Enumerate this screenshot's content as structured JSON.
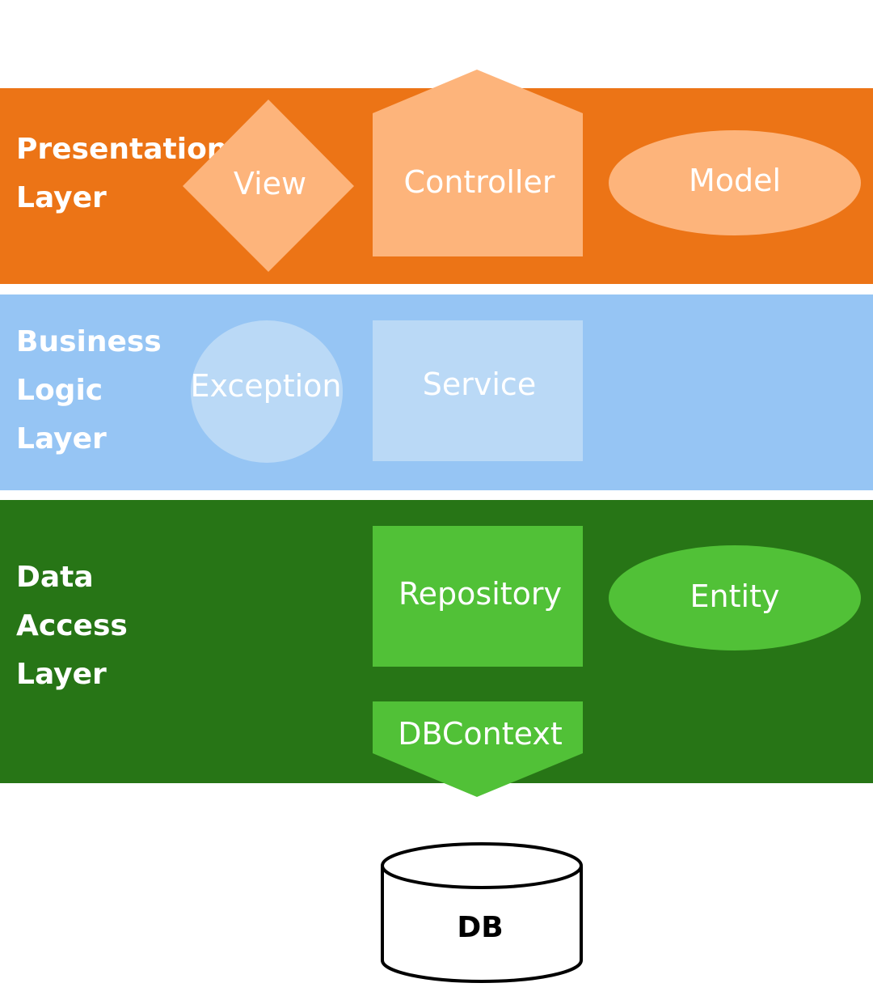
{
  "colors": {
    "presentation_band": "#EC7416",
    "presentation_shape": "#FDB47B",
    "business_band": "#96C5F4",
    "business_shape": "#BAD9F6",
    "data_band": "#277516",
    "data_shape": "#51C137",
    "db_stroke": "#000000",
    "db_fill": "#ffffff"
  },
  "layers": {
    "presentation": {
      "label_line1": "Presentation",
      "label_line2": "Layer"
    },
    "business": {
      "label_line1": "Business",
      "label_line2": "Logic",
      "label_line3": "Layer"
    },
    "data": {
      "label_line1": "Data",
      "label_line2": "Access",
      "label_line3": "Layer"
    }
  },
  "nodes": {
    "view": "View",
    "controller": "Controller",
    "model": "Model",
    "exception": "Exception",
    "service": "Service",
    "repository": "Repository",
    "entity": "Entity",
    "dbcontext": "DBContext",
    "db": "DB"
  }
}
